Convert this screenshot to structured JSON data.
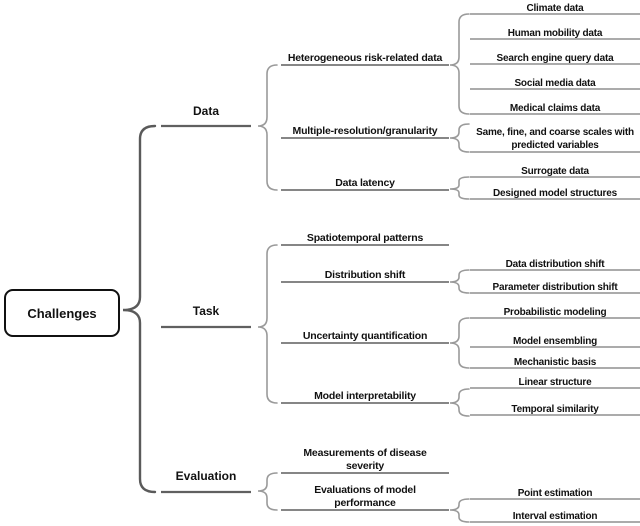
{
  "root": {
    "label": "Challenges"
  },
  "branches": [
    {
      "label": "Data",
      "children": [
        {
          "label": "Heterogeneous risk-related data",
          "leaves": [
            "Climate data",
            "Human mobility data",
            "Search engine query data",
            "Social media data",
            "Medical claims data"
          ]
        },
        {
          "label": "Multiple-resolution/granularity",
          "leaves": [
            "Same, fine, and coarse scales with predicted variables"
          ]
        },
        {
          "label": "Data latency",
          "leaves": [
            "Surrogate data",
            "Designed model structures"
          ]
        }
      ]
    },
    {
      "label": "Task",
      "children": [
        {
          "label": "Spatiotemporal patterns",
          "leaves": []
        },
        {
          "label": "Distribution shift",
          "leaves": [
            "Data distribution shift",
            "Parameter distribution shift"
          ]
        },
        {
          "label": "Uncertainty quantification",
          "leaves": [
            "Probabilistic modeling",
            "Model ensembling",
            "Mechanistic basis"
          ]
        },
        {
          "label": "Model interpretability",
          "leaves": [
            "Linear structure",
            "Temporal similarity"
          ]
        }
      ]
    },
    {
      "label": "Evaluation",
      "children": [
        {
          "label": "Measurements of disease severity",
          "leaves": []
        },
        {
          "label": "Evaluations of model performance",
          "leaves": [
            "Point estimation",
            "Interval estimation"
          ]
        }
      ]
    }
  ],
  "colors": {
    "text": "#111111",
    "box_border": "#111111",
    "main_brace": "#5a5a5a",
    "category_line": "#606060",
    "mid_line": "#757575",
    "leaf_line": "#8f8f8f",
    "small_brace": "#9a9a9a",
    "background": "#ffffff"
  }
}
